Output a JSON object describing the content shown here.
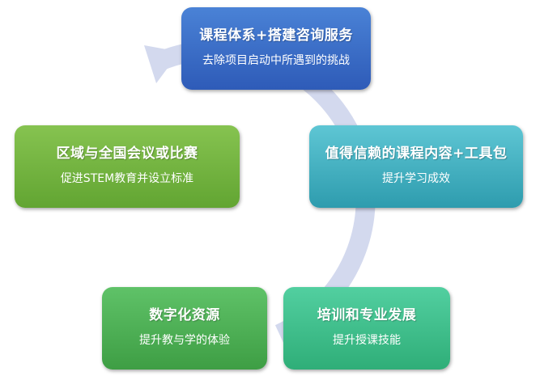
{
  "colors": {
    "ring": "#d3d9ee",
    "top": "#3b6cc7",
    "right": "#44b3c3",
    "bottom_right": "#3ebf8b",
    "bottom_left": "#4cae53",
    "left": "#74b442"
  },
  "nodes": {
    "top": {
      "title": "课程体系+搭建咨询服务",
      "subtitle": "去除项目启动中所遇到的挑战"
    },
    "right": {
      "title": "值得信赖的课程内容+工具包",
      "subtitle": "提升学习成效"
    },
    "bottom_right": {
      "title": "培训和专业发展",
      "subtitle": "提升授课技能"
    },
    "bottom_left": {
      "title": "数字化资源",
      "subtitle": "提升教与学的体验"
    },
    "left": {
      "title": "区域与全国会议或比赛",
      "subtitle": "促进STEM教育并设立标准"
    }
  }
}
